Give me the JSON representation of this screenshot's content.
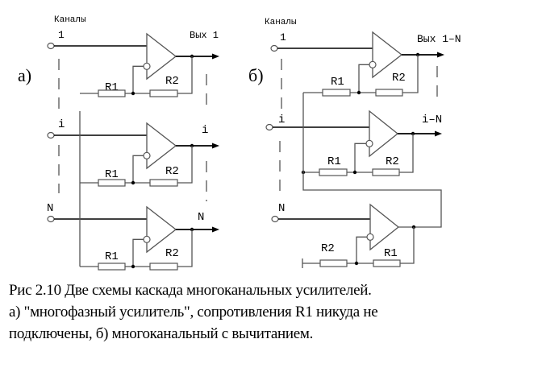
{
  "figure": {
    "panel_a": {
      "label": "а)",
      "channels_header": "Каналы",
      "inputs": [
        "1",
        "i",
        "N"
      ],
      "outputs": [
        "Вых 1",
        "i",
        "N"
      ],
      "resistor_labels": [
        "R1",
        "R2"
      ]
    },
    "panel_b": {
      "label": "б)",
      "channels_header": "Каналы",
      "inputs": [
        "1",
        "i",
        "N"
      ],
      "outputs": [
        "Вых 1–N",
        "i–N"
      ],
      "resistor_labels": [
        "R1",
        "R2"
      ],
      "last_stage_resistor_labels": [
        "R2",
        "R1"
      ]
    },
    "colors": {
      "wire": "#555555",
      "signal": "#000000",
      "text": "#000000"
    }
  },
  "caption": {
    "lines": [
      "Рис 2.10 Две схемы каскада многоканальных усилителей.",
      "а) \"многофазный усилитель\", сопротивления R1 никуда не",
      "подключены, б) многоканальный с вычитанием."
    ]
  }
}
